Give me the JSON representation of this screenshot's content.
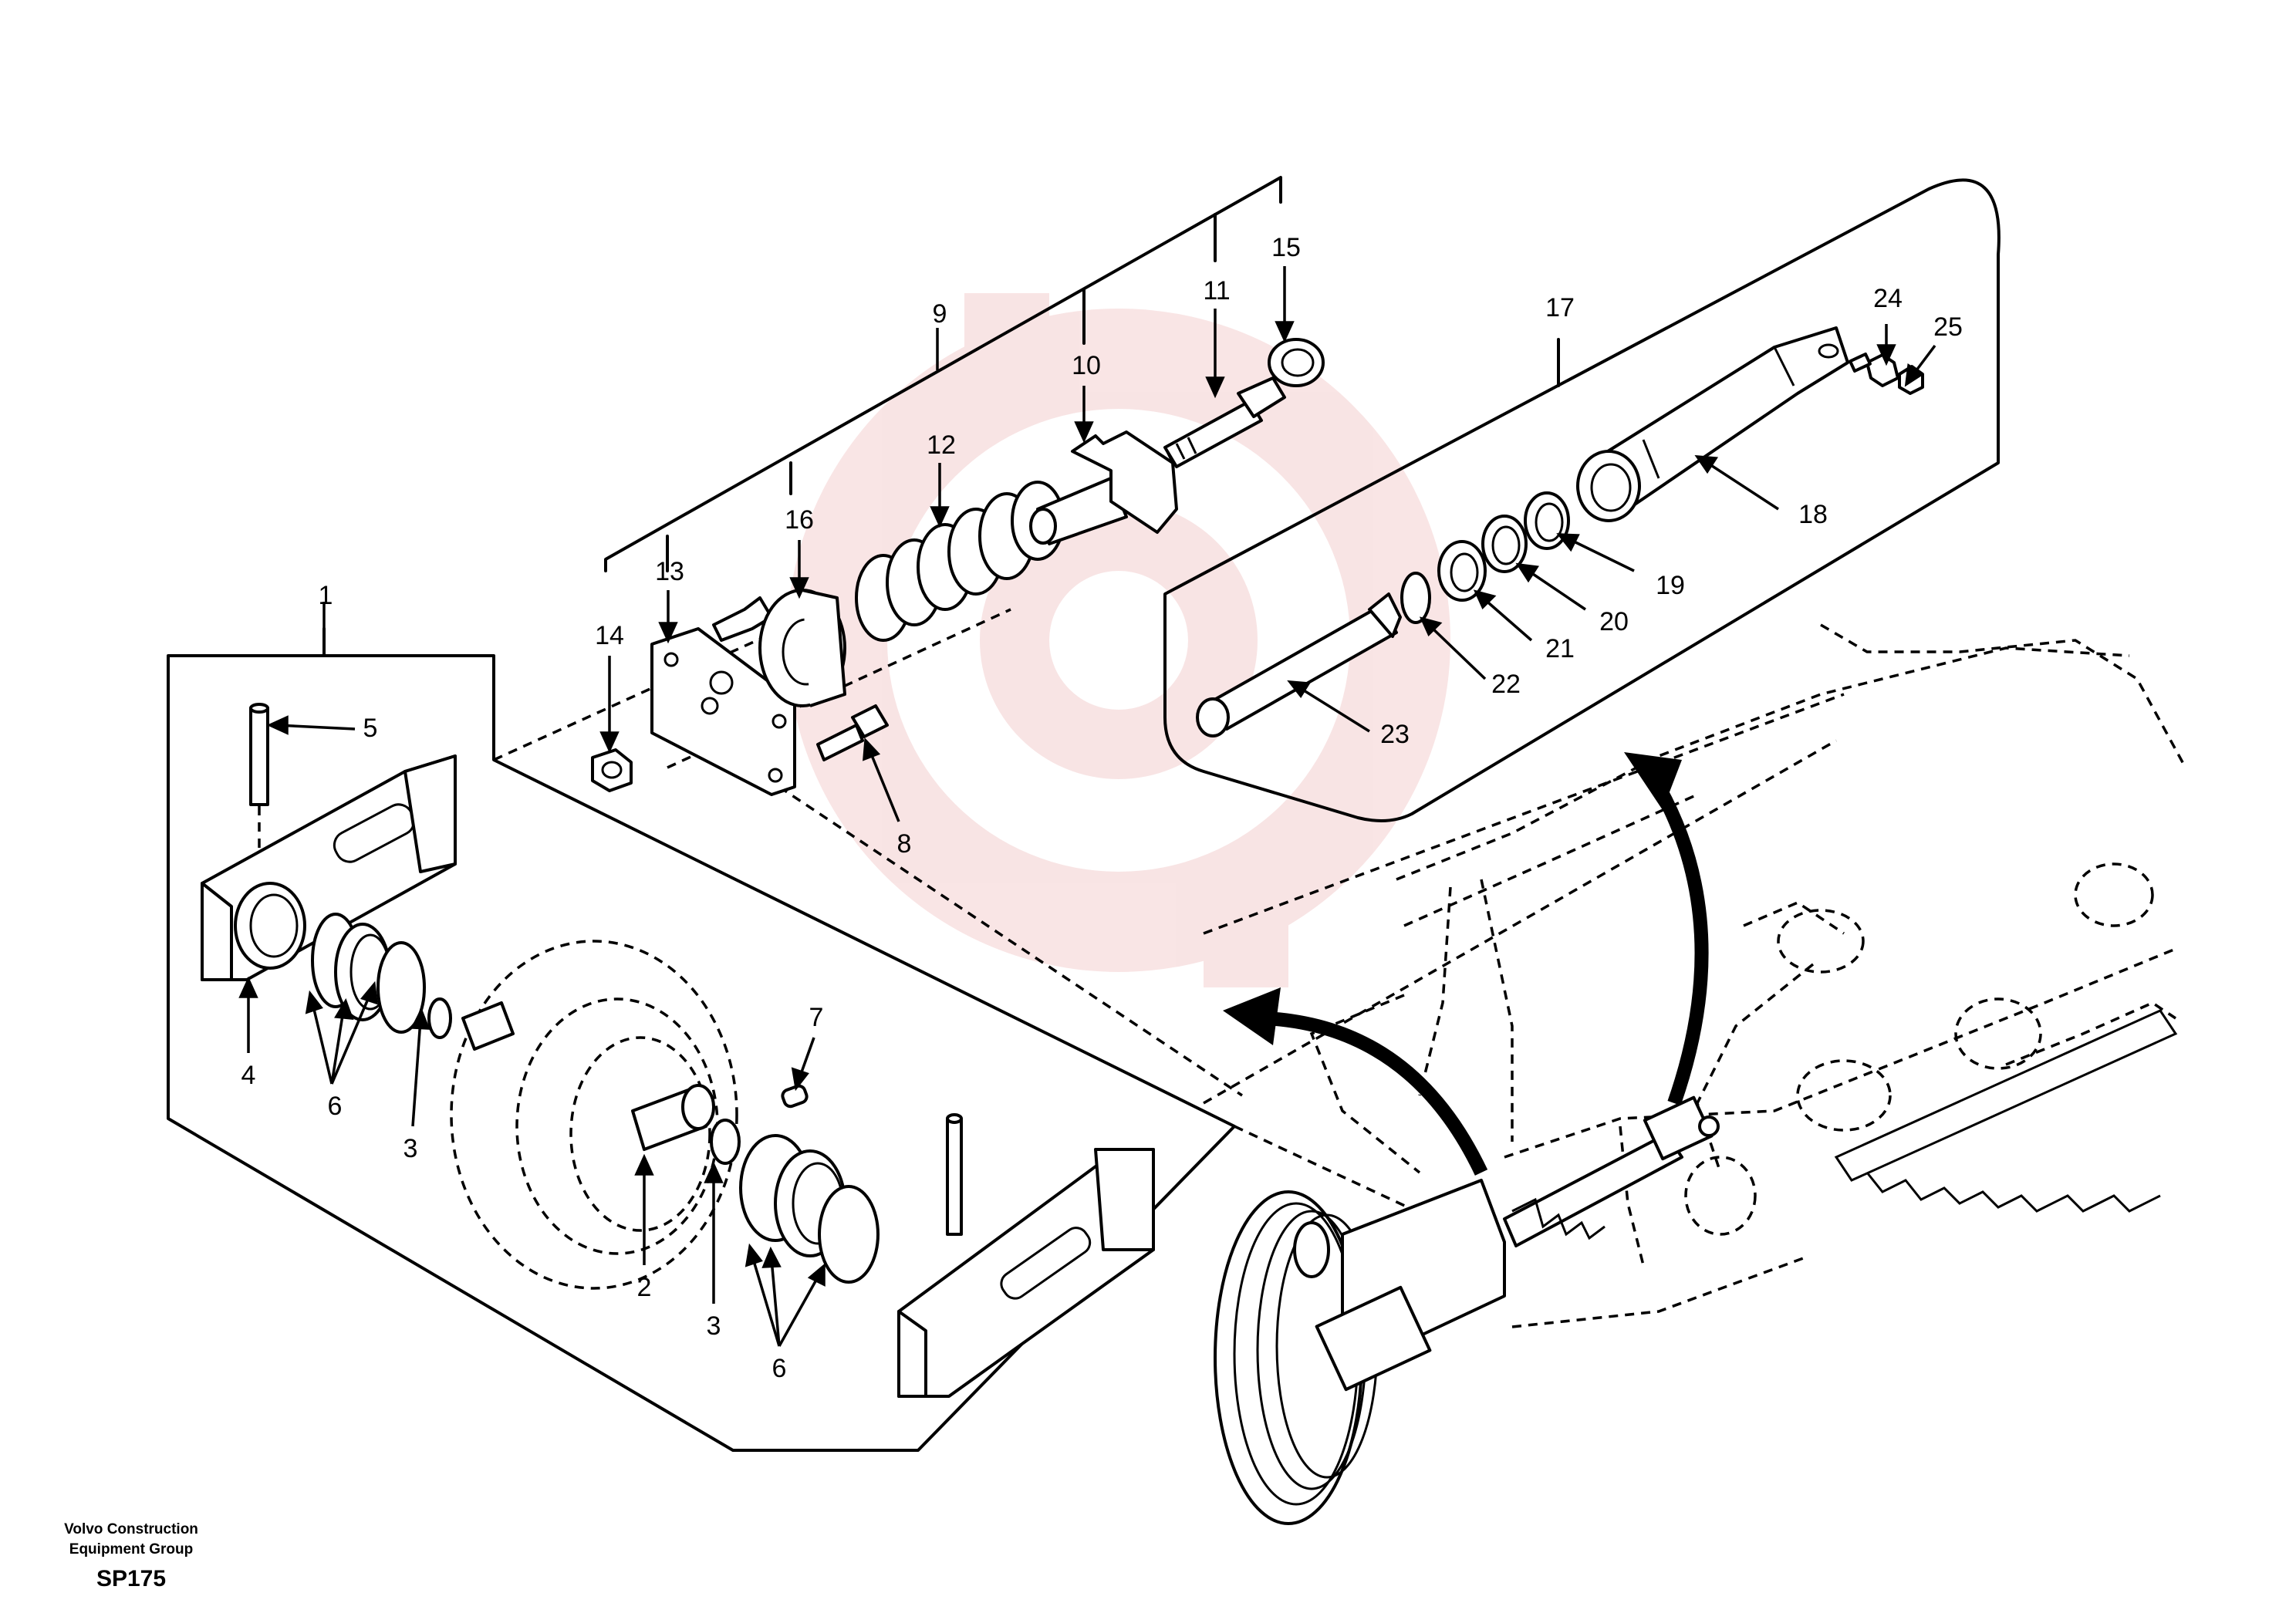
{
  "callouts": {
    "n1": "1",
    "n2": "2",
    "n3a": "3",
    "n3b": "3",
    "n4": "4",
    "n5": "5",
    "n6a": "6",
    "n6b": "6",
    "n7": "7",
    "n8": "8",
    "n9": "9",
    "n10": "10",
    "n11": "11",
    "n12": "12",
    "n13": "13",
    "n14": "14",
    "n15": "15",
    "n16": "16",
    "n17": "17",
    "n18": "18",
    "n19": "19",
    "n20": "20",
    "n21": "21",
    "n22": "22",
    "n23": "23",
    "n24": "24",
    "n25": "25"
  },
  "footer": {
    "org_line1": "Volvo Construction",
    "org_line2": "Equipment Group",
    "code": "SP175"
  },
  "colors": {
    "line": "#000000",
    "watermark": "#e8a0a0"
  }
}
